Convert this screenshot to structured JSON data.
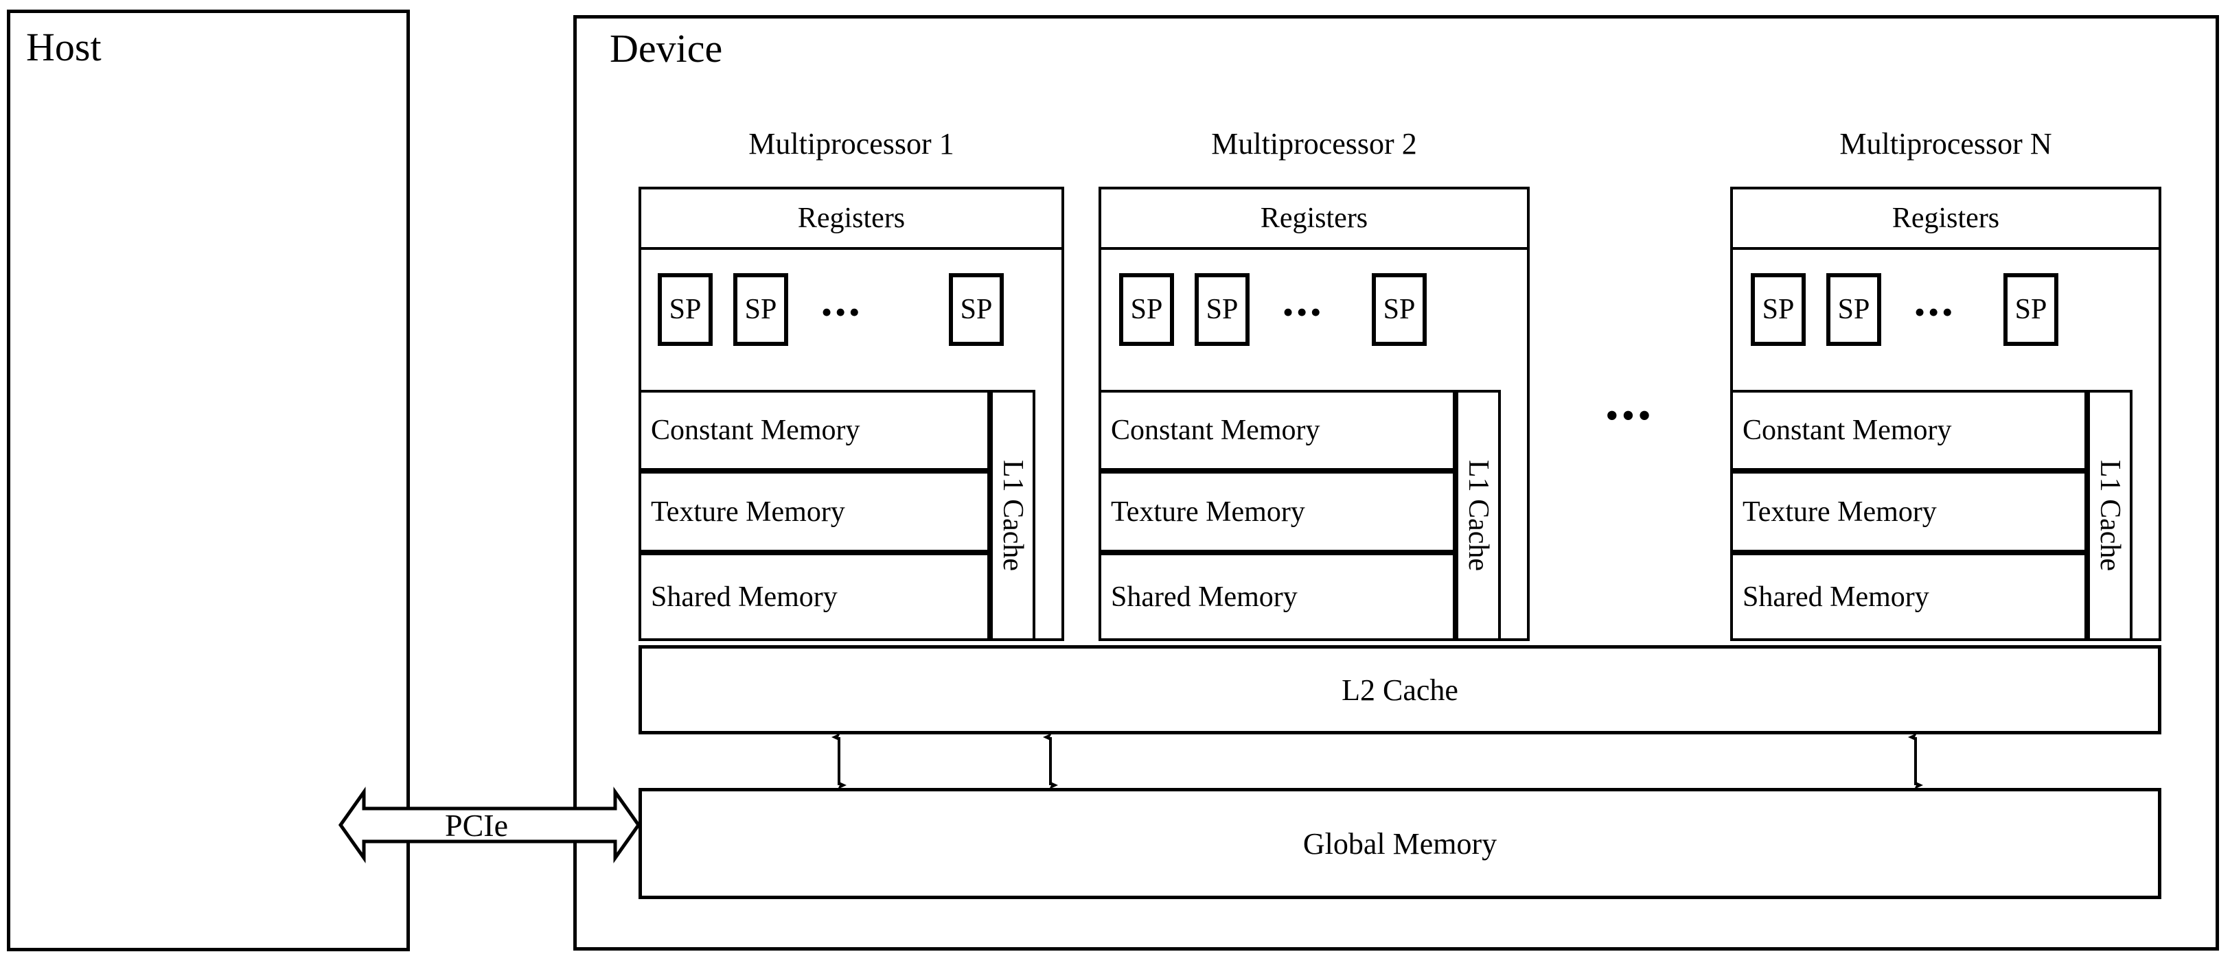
{
  "diagram": {
    "title_host": "Host",
    "title_device": "Device",
    "interconnect_label": "PCIe",
    "shared_caches": {
      "l2_label": "L2 Cache",
      "global_label": "Global Memory"
    },
    "multiprocessor_ellipsis": "•••",
    "multiprocessors": [
      {
        "title": "Multiprocessor 1",
        "registers": "Registers",
        "sp_label": "SP",
        "sp_count_shown": 3,
        "sp_ellipsis": "•••",
        "memories": [
          "Constant Memory",
          "Texture Memory",
          "Shared Memory"
        ],
        "l1_label": "L1 Cache"
      },
      {
        "title": "Multiprocessor 2",
        "registers": "Registers",
        "sp_label": "SP",
        "sp_count_shown": 3,
        "sp_ellipsis": "•••",
        "memories": [
          "Constant Memory",
          "Texture Memory",
          "Shared Memory"
        ],
        "l1_label": "L1 Cache"
      },
      {
        "title": "Multiprocessor N",
        "registers": "Registers",
        "sp_label": "SP",
        "sp_count_shown": 3,
        "sp_ellipsis": "•••",
        "memories": [
          "Constant Memory",
          "Texture Memory",
          "Shared Memory"
        ],
        "l1_label": "L1 Cache"
      }
    ],
    "colors": {
      "stroke": "#000000",
      "fill": "#ffffff"
    }
  }
}
